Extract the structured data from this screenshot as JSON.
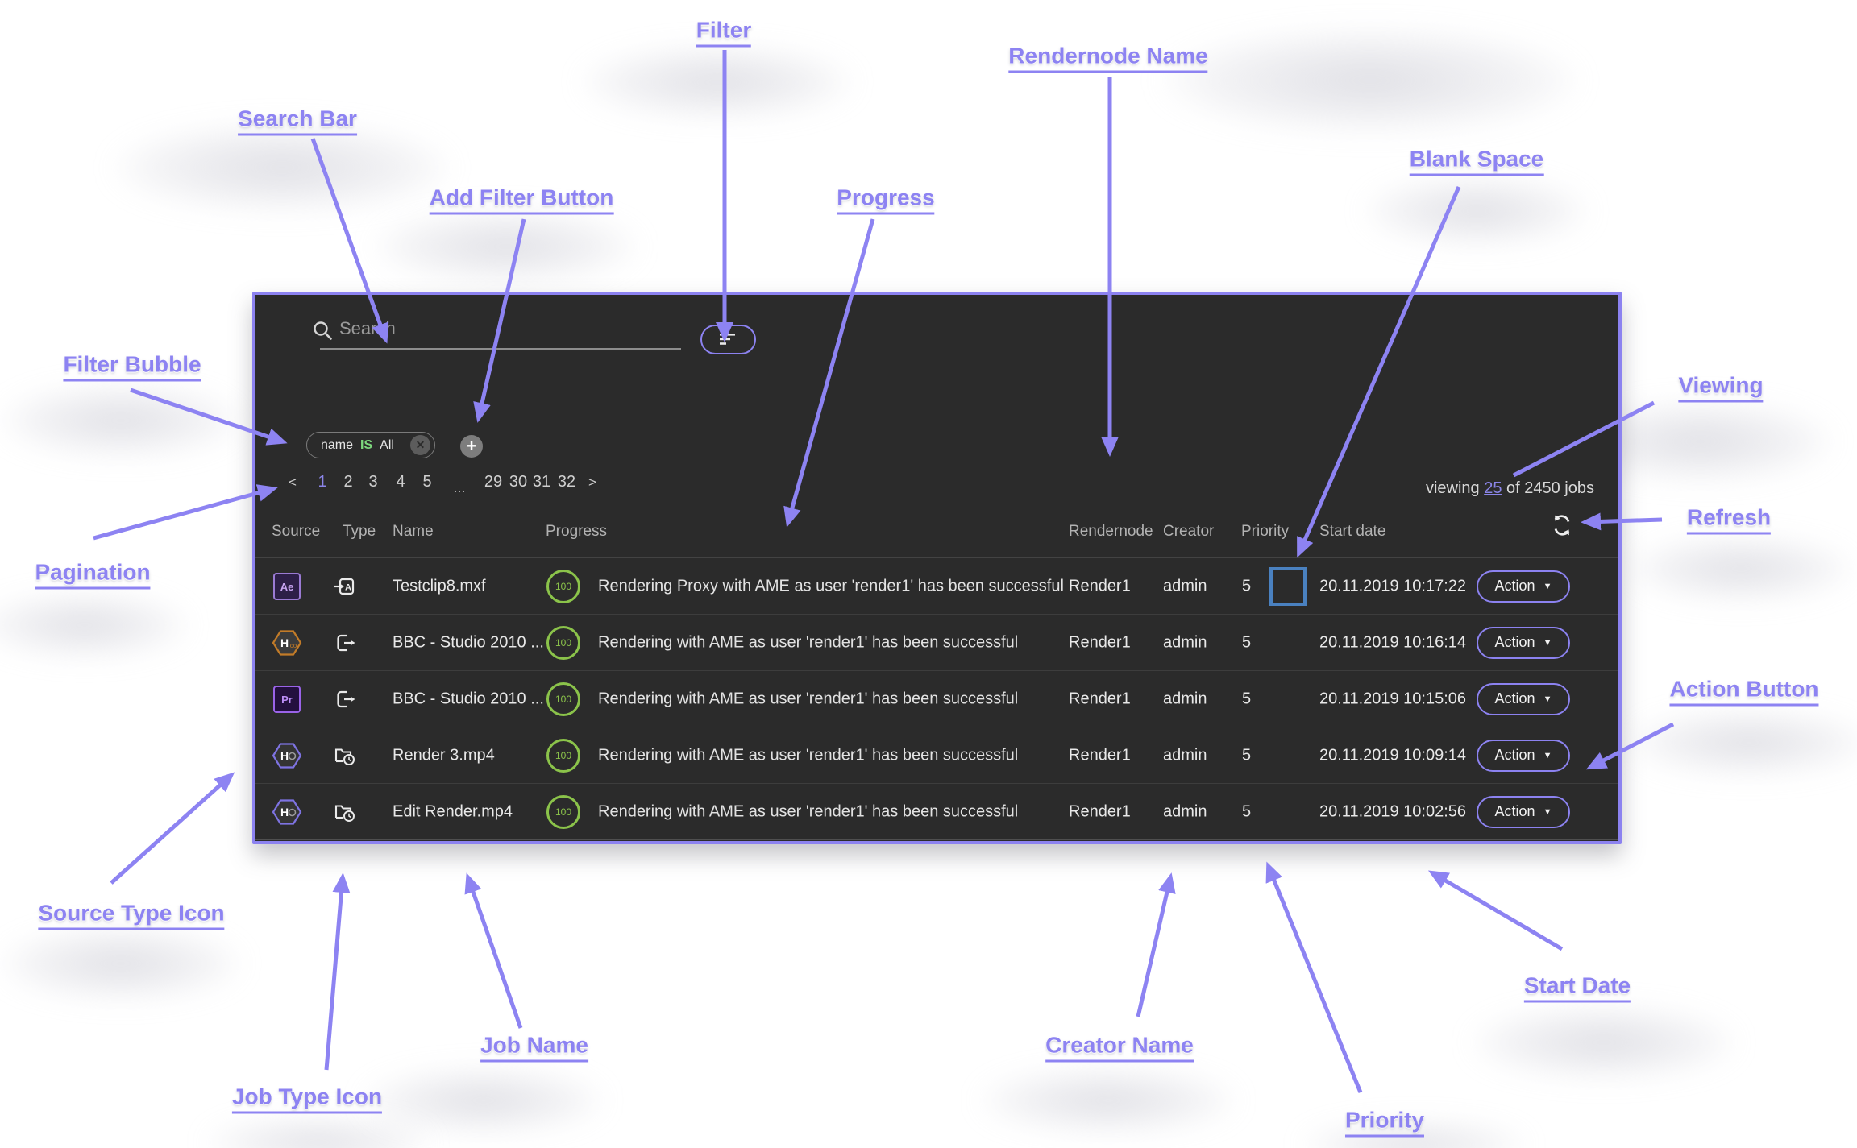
{
  "colors": {
    "accent_purple": "#8c82f0",
    "annotation_purple": "#8d83f2",
    "progress_green": "#8bc34a",
    "operator_green": "#7ed87e",
    "active_page_purple": "#8b85e8",
    "blank_space_blue": "#4a81c0",
    "panel_background": "#2b2b2b"
  },
  "icons": [
    "search-icon",
    "filter-lines-icon",
    "plus-icon",
    "close-icon",
    "chevron-left-icon",
    "chevron-right-icon",
    "refresh-icon",
    "after-effects-icon",
    "premiere-icon",
    "helmut-co-icon",
    "helmut-io-icon",
    "render-in-icon",
    "export-icon",
    "watchfolder-icon",
    "caret-down-icon"
  ],
  "annotations": [
    {
      "id": "filter",
      "text": "Filter"
    },
    {
      "id": "search-bar",
      "text": "Search Bar"
    },
    {
      "id": "add-filter-button",
      "text": "Add Filter Button"
    },
    {
      "id": "progress",
      "text": "Progress"
    },
    {
      "id": "rendernode-name",
      "text": "Rendernode Name"
    },
    {
      "id": "blank-space",
      "text": "Blank Space"
    },
    {
      "id": "filter-bubble",
      "text": "Filter Bubble"
    },
    {
      "id": "viewing",
      "text": "Viewing"
    },
    {
      "id": "refresh",
      "text": "Refresh"
    },
    {
      "id": "pagination",
      "text": "Pagination"
    },
    {
      "id": "action-button",
      "text": "Action Button"
    },
    {
      "id": "source-type-icon",
      "text": "Source Type Icon"
    },
    {
      "id": "start-date",
      "text": "Start Date"
    },
    {
      "id": "job-name",
      "text": "Job Name"
    },
    {
      "id": "creator-name",
      "text": "Creator Name"
    },
    {
      "id": "job-type-icon",
      "text": "Job Type Icon"
    },
    {
      "id": "priority",
      "text": "Priority"
    }
  ],
  "panel": {
    "search": {
      "placeholder": "Search"
    },
    "filter_bubble": {
      "field": "name",
      "operator": "IS",
      "value": "All",
      "remove": "✕"
    },
    "add_filter": "+",
    "pagination": {
      "items": [
        {
          "label": "<",
          "type": "chev"
        },
        {
          "label": "1",
          "active": true
        },
        {
          "label": "2"
        },
        {
          "label": "3"
        },
        {
          "label": "4"
        },
        {
          "label": "5"
        },
        {
          "label": "...",
          "type": "ellipsis"
        },
        {
          "label": "29"
        },
        {
          "label": "30"
        },
        {
          "label": "31"
        },
        {
          "label": "32"
        },
        {
          "label": ">",
          "type": "chev"
        }
      ]
    },
    "viewing": {
      "prefix": "viewing",
      "count": "25",
      "suffix": "of 2450 jobs"
    },
    "table": {
      "headers": [
        "Source",
        "Type",
        "Name",
        "Progress",
        "Rendernode",
        "Creator",
        "Priority",
        "Start date"
      ],
      "action_label": "Action",
      "rows": [
        {
          "source_icon": "after-effects",
          "type_icon": "render-in",
          "name": "Testclip8.mxf",
          "progress": "100",
          "message": "Rendering Proxy with AME as user 'render1' has been successful",
          "rendernode": "Render1",
          "creator": "admin",
          "priority": "5",
          "blank_highlight": true,
          "start_date": "20.11.2019 10:17:22"
        },
        {
          "source_icon": "helmut-co",
          "type_icon": "export",
          "name": "BBC - Studio 2010 ...",
          "progress": "100",
          "message": "Rendering with AME as user 'render1' has been successful",
          "rendernode": "Render1",
          "creator": "admin",
          "priority": "5",
          "blank_highlight": false,
          "start_date": "20.11.2019 10:16:14"
        },
        {
          "source_icon": "premiere",
          "type_icon": "export",
          "name": "BBC - Studio 2010 ...",
          "progress": "100",
          "message": "Rendering with AME as user 'render1' has been successful",
          "rendernode": "Render1",
          "creator": "admin",
          "priority": "5",
          "blank_highlight": false,
          "start_date": "20.11.2019 10:15:06"
        },
        {
          "source_icon": "helmut-io",
          "type_icon": "watchfolder",
          "name": "Render 3.mp4",
          "progress": "100",
          "message": "Rendering with AME as user 'render1' has been successful",
          "rendernode": "Render1",
          "creator": "admin",
          "priority": "5",
          "blank_highlight": false,
          "start_date": "20.11.2019 10:09:14"
        },
        {
          "source_icon": "helmut-io",
          "type_icon": "watchfolder",
          "name": "Edit Render.mp4",
          "progress": "100",
          "message": "Rendering with AME as user 'render1' has been successful",
          "rendernode": "Render1",
          "creator": "admin",
          "priority": "5",
          "blank_highlight": false,
          "start_date": "20.11.2019 10:02:56"
        }
      ]
    }
  }
}
